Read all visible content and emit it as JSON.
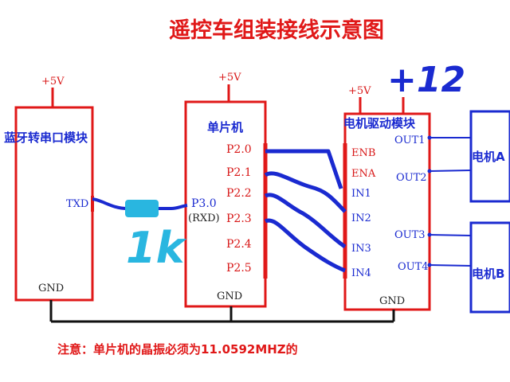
{
  "title": "遥控车组装接线示意图",
  "note": "注意：单片机的晶振必须为11.0592MHZ的",
  "handwritten": {
    "plus12": "+12",
    "resistor": "1k"
  },
  "bluetooth": {
    "name": "蓝牙转串口模块",
    "power": "+5V",
    "txd": "TXD",
    "gnd": "GND"
  },
  "mcu": {
    "name": "单片机",
    "power": "+5V",
    "p20": "P2.0",
    "p21": "P2.1",
    "p22": "P2.2",
    "p23": "P2.3",
    "p24": "P2.4",
    "p25": "P2.5",
    "p30": "P3.0",
    "rxd": "(RXD)",
    "gnd": "GND"
  },
  "driver": {
    "name": "电机驱动模块",
    "power": "+5V",
    "enb": "ENB",
    "ena": "ENA",
    "in1": "IN1",
    "in2": "IN2",
    "in3": "IN3",
    "in4": "IN4",
    "out1": "OUT1",
    "out2": "OUT2",
    "out3": "OUT3",
    "out4": "OUT4",
    "gnd": "GND"
  },
  "motor_a": "电机A",
  "motor_b": "电机B",
  "colors": {
    "red": "#e01818",
    "blue": "#1a2ad0",
    "black": "#111111",
    "resistor": "#29b6e0"
  }
}
